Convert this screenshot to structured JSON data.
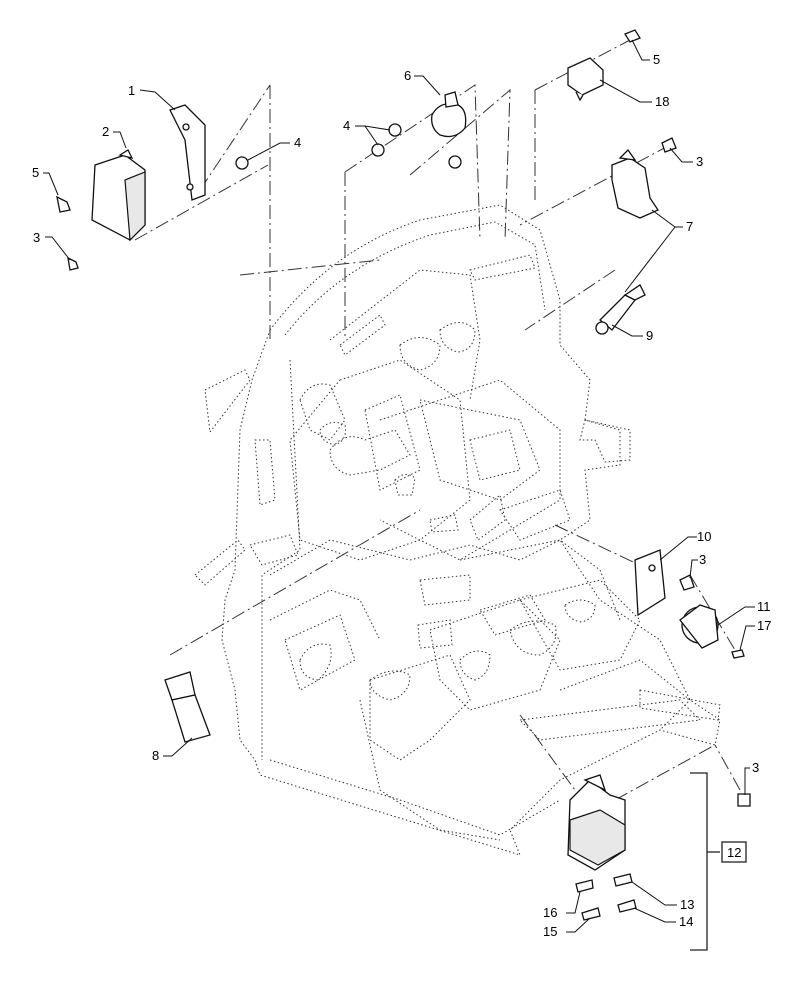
{
  "diagram": {
    "callouts": [
      {
        "id": "c1",
        "label": "1"
      },
      {
        "id": "c2",
        "label": "2"
      },
      {
        "id": "c3a",
        "label": "3"
      },
      {
        "id": "c3b",
        "label": "3"
      },
      {
        "id": "c3c",
        "label": "3"
      },
      {
        "id": "c3d",
        "label": "3"
      },
      {
        "id": "c4a",
        "label": "4"
      },
      {
        "id": "c4b",
        "label": "4"
      },
      {
        "id": "c5a",
        "label": "5"
      },
      {
        "id": "c5b",
        "label": "5"
      },
      {
        "id": "c6",
        "label": "6"
      },
      {
        "id": "c7",
        "label": "7"
      },
      {
        "id": "c8",
        "label": "8"
      },
      {
        "id": "c9",
        "label": "9"
      },
      {
        "id": "c10",
        "label": "10"
      },
      {
        "id": "c11",
        "label": "11"
      },
      {
        "id": "c12",
        "label": "12"
      },
      {
        "id": "c13",
        "label": "13"
      },
      {
        "id": "c14",
        "label": "14"
      },
      {
        "id": "c15",
        "label": "15"
      },
      {
        "id": "c16",
        "label": "16"
      },
      {
        "id": "c17",
        "label": "17"
      },
      {
        "id": "c18",
        "label": "18"
      }
    ]
  }
}
